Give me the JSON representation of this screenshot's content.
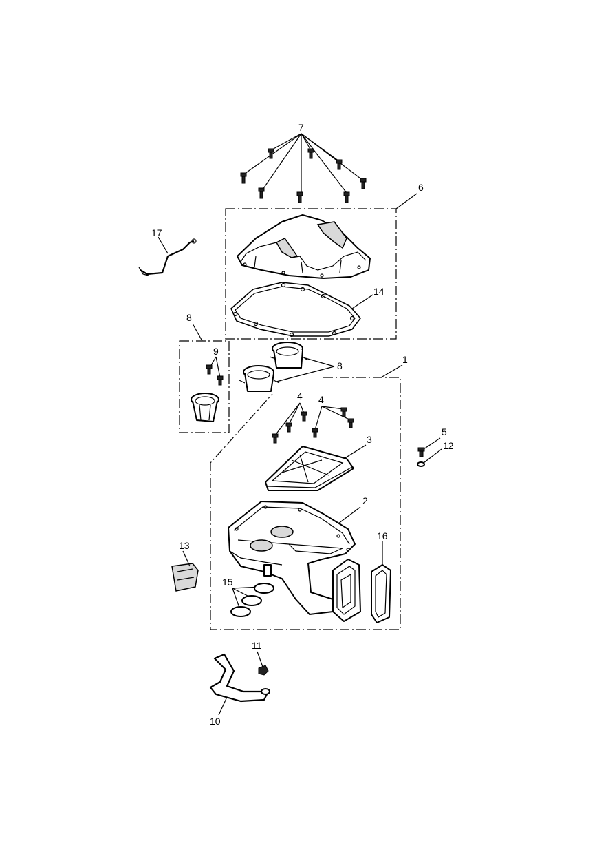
{
  "callouts": {
    "c1": "1",
    "c2": "2",
    "c3": "3",
    "c4a": "4",
    "c4b": "4",
    "c5": "5",
    "c6": "6",
    "c7": "7",
    "c8a": "8",
    "c8b": "8",
    "c9": "9",
    "c10": "10",
    "c11": "11",
    "c12": "12",
    "c13": "13",
    "c14": "14",
    "c15": "15",
    "c16": "16",
    "c17": "17"
  }
}
